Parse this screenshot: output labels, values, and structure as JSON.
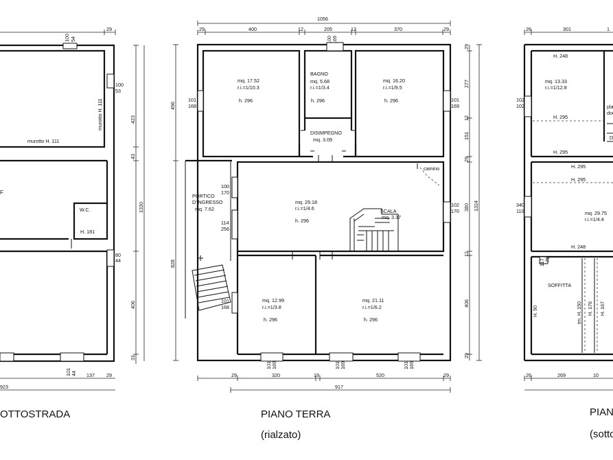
{
  "plans": {
    "left": {
      "title": "OTTOSTRADA",
      "top_dims": [
        "100",
        "54",
        "29"
      ],
      "right_dims": [
        "100",
        "53",
        "423",
        "43",
        "80",
        "44",
        "406",
        "31"
      ],
      "overall_right": "1330",
      "bottom_dims": [
        "101",
        "44",
        "137",
        "29"
      ],
      "overall_bottom": "923",
      "labels": {
        "murotto_bottom": "murotto H. 111",
        "murotto_side": "murotto H. 111",
        "room_f": "F",
        "wc": "W.C.",
        "wc_h": "H. 181"
      }
    },
    "center": {
      "title": "PIANO TERRA",
      "subtitle": "(rialzato)",
      "top_overall": "1056",
      "top_dims": [
        "29",
        "400",
        "12",
        "205",
        "12",
        "370",
        "29"
      ],
      "window_top": [
        "100",
        "169"
      ],
      "left_dims": [
        "496",
        "828"
      ],
      "right_dims": [
        "29",
        "277",
        "12",
        "151",
        "29",
        "380",
        "12",
        "406",
        "29"
      ],
      "overall_right": "1324",
      "bottom_dims": [
        "29",
        "320",
        "19",
        "520",
        "29"
      ],
      "overall_bottom": "917",
      "windows": {
        "w1": [
          "101",
          "168"
        ],
        "w2": [
          "101",
          "169"
        ],
        "w3": [
          "100",
          "170"
        ],
        "w4": [
          "114",
          "256"
        ],
        "w5": [
          "102",
          "170"
        ],
        "w6": [
          "101",
          "168"
        ],
        "w7": [
          "101",
          "169"
        ],
        "w8": [
          "101",
          "169"
        ],
        "w9": [
          "101",
          "169"
        ]
      },
      "rooms": {
        "r1": {
          "area": "mq. 17.52",
          "ri": "r.i.=1/10.3",
          "h": "h. 296"
        },
        "bagno": {
          "name": "BAGNO",
          "area": "mq. 5.68",
          "ri": "r.i.=1/3.4",
          "h": "h. 296"
        },
        "r2": {
          "area": "mq. 16.20",
          "ri": "r.i.=1/9.5",
          "h": "h. 296"
        },
        "disimpegno": {
          "name": "DISIMPEGNO",
          "area": "mq. 3.09"
        },
        "portico": {
          "name1": "PORTICO",
          "name2": "D'INGRESSO",
          "area": "mq. 7.62"
        },
        "living": {
          "area": "mq. 29.18",
          "ri": "r.i.=1/4.6",
          "h": "h. 296"
        },
        "scala": {
          "name": "SCALA",
          "area": "mq. 3.37"
        },
        "camino": "camino",
        "r3": {
          "area": "mq. 12.99",
          "ri": "r.i.=1/3.8",
          "h": "h. 296"
        },
        "r4": {
          "area": "mq. 21.11",
          "ri": "r.i.=1/6.2",
          "h": "h. 296"
        }
      }
    },
    "right": {
      "title": "PIAN",
      "subtitle": "(sotto",
      "top_dims": [
        "26",
        "301",
        "1"
      ],
      "bottom_dims": [
        "26",
        "269",
        "10"
      ],
      "windows": {
        "w1": [
          "102",
          "102"
        ],
        "w2": [
          "340",
          "110"
        ],
        "w3": [
          "117",
          "75"
        ]
      },
      "labels": {
        "h248a": "H. 248",
        "area1": "mq. 13.33",
        "ri1": "r.i.=1/12.8",
        "h295a": "H. 295",
        "h295b": "H. 295",
        "h295c": "H. 295",
        "h295d": "H. 295",
        "area2": "mq. 29.75",
        "ri2": "r.i.=1/4.4",
        "h248b": "H. 248",
        "soffitta": "SOFFITTA",
        "h90": "H. 90",
        "h150": "tm. H. 150",
        "h167": "H. 167",
        "h176": "H. 176",
        "pla": "pla",
        "doc": "doc",
        "d": "D"
      }
    }
  }
}
